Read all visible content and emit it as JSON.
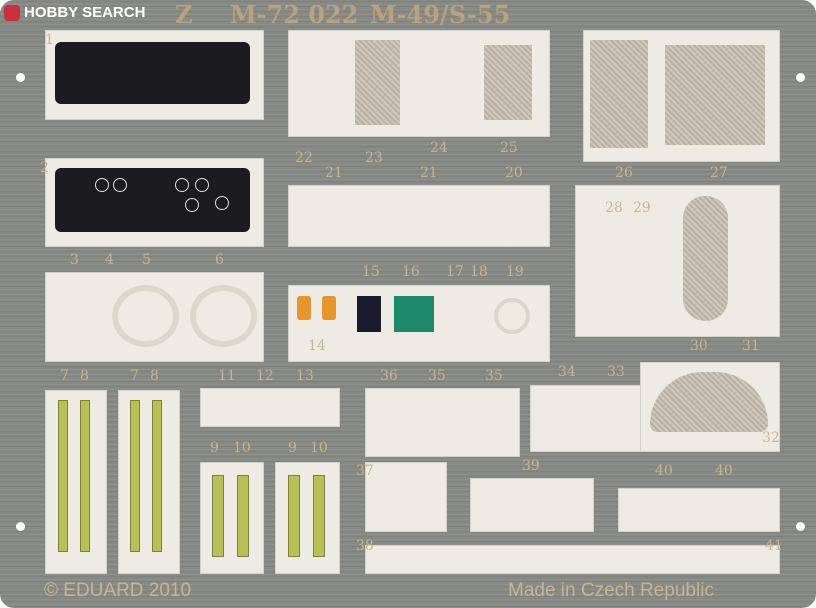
{
  "watermark": {
    "brand": "HOBBY SEARCH"
  },
  "header_text": [
    "Z",
    "M-72 022",
    "M-49/S-55"
  ],
  "footer": {
    "copyright": "© EDUARD 2010",
    "origin": "Made in Czech Republic"
  },
  "part_numbers": [
    "1",
    "2",
    "3",
    "4",
    "5",
    "6",
    "7",
    "8",
    "7",
    "8",
    "9",
    "10",
    "9",
    "10",
    "11",
    "12",
    "13",
    "14",
    "15",
    "16",
    "17",
    "18",
    "19",
    "20",
    "21",
    "21",
    "22",
    "23",
    "24",
    "25",
    "26",
    "27",
    "28",
    "29",
    "30",
    "31",
    "32",
    "33",
    "34",
    "35",
    "35",
    "36",
    "37",
    "38",
    "39",
    "40",
    "40",
    "41"
  ],
  "colors": {
    "metal": "#848682",
    "fret": "#eeebe4",
    "labels": "#c9b48f",
    "strap": "#b9c05a",
    "panel": "#1c1c1e"
  }
}
